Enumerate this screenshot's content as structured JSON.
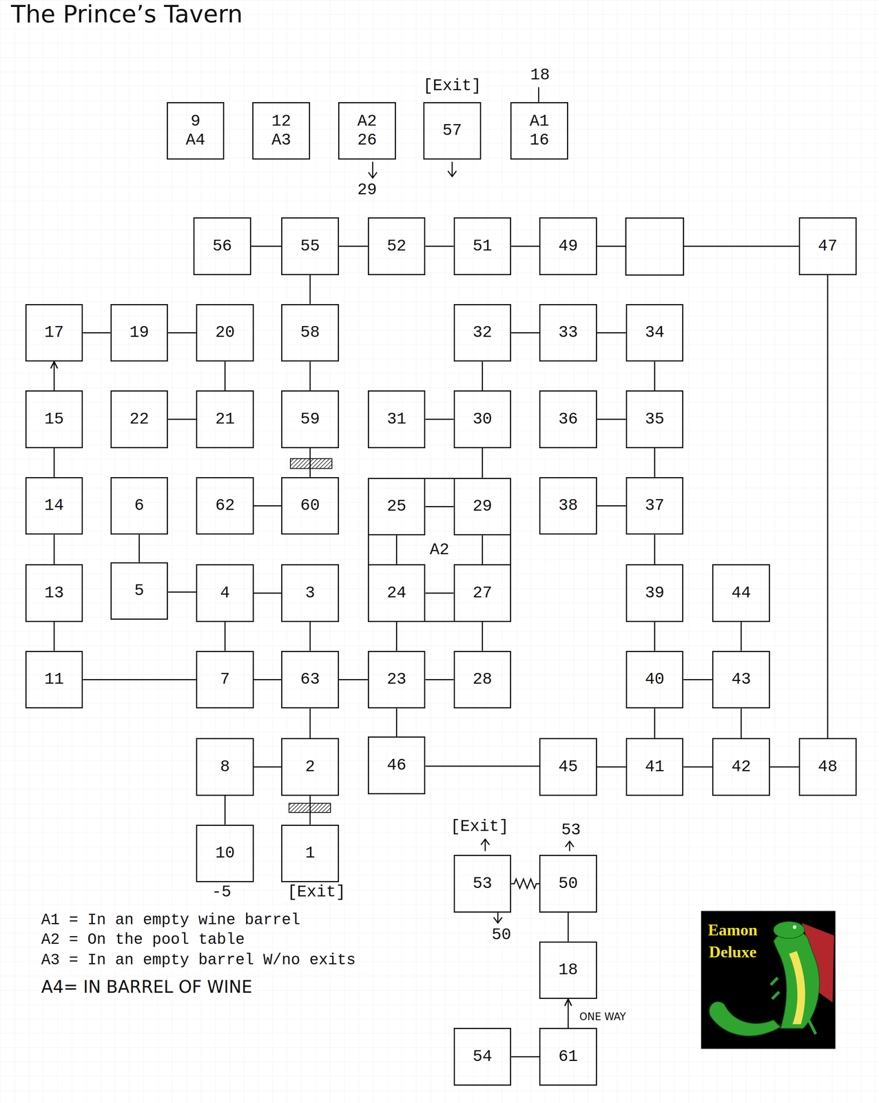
{
  "diagram": {
    "title": "The Prince’s Tavern",
    "nodes": [
      {
        "text": [
          "9",
          "A4"
        ]
      },
      {
        "text": [
          "12",
          "A3"
        ]
      },
      {
        "text": [
          "A2",
          "26"
        ]
      },
      {
        "text": [
          "57"
        ]
      },
      {
        "text": [
          "A1",
          "16"
        ]
      },
      {
        "text": [
          "56"
        ]
      },
      {
        "text": [
          "55"
        ]
      },
      {
        "text": [
          "52"
        ]
      },
      {
        "text": [
          "51"
        ]
      },
      {
        "text": [
          "49"
        ]
      },
      {
        "text": [
          "47"
        ]
      },
      {
        "text": [
          "17"
        ]
      },
      {
        "text": [
          "19"
        ]
      },
      {
        "text": [
          "20"
        ]
      },
      {
        "text": [
          "58"
        ]
      },
      {
        "text": [
          "32"
        ]
      },
      {
        "text": [
          "33"
        ]
      },
      {
        "text": [
          "34"
        ]
      },
      {
        "text": [
          "15"
        ]
      },
      {
        "text": [
          "22"
        ]
      },
      {
        "text": [
          "21"
        ]
      },
      {
        "text": [
          "59"
        ]
      },
      {
        "text": [
          "31"
        ]
      },
      {
        "text": [
          "30"
        ]
      },
      {
        "text": [
          "36"
        ]
      },
      {
        "text": [
          "35"
        ]
      },
      {
        "text": [
          "14"
        ]
      },
      {
        "text": [
          "6"
        ]
      },
      {
        "text": [
          "62"
        ]
      },
      {
        "text": [
          "60"
        ]
      },
      {
        "text": [
          "A2"
        ]
      },
      {
        "text": [
          "25"
        ],
        "in": 30
      },
      {
        "text": [
          "29"
        ],
        "in": 30
      },
      {
        "text": [
          "38"
        ]
      },
      {
        "text": [
          "37"
        ]
      },
      {
        "text": [
          "13"
        ]
      },
      {
        "text": [
          "5"
        ]
      },
      {
        "text": [
          "4"
        ]
      },
      {
        "text": [
          "3"
        ]
      },
      {
        "text": [
          "24"
        ],
        "in": 30
      },
      {
        "text": [
          "27"
        ],
        "in": 30
      },
      {
        "text": [
          "39"
        ]
      },
      {
        "text": [
          "44"
        ]
      },
      {
        "text": [
          "11"
        ]
      },
      {
        "text": [
          "7"
        ]
      },
      {
        "text": [
          "63"
        ]
      },
      {
        "text": [
          "23"
        ]
      },
      {
        "text": [
          "28"
        ]
      },
      {
        "text": [
          "40"
        ]
      },
      {
        "text": [
          "43"
        ]
      },
      {
        "text": [
          "8"
        ]
      },
      {
        "text": [
          "2"
        ]
      },
      {
        "text": [
          "46"
        ]
      },
      {
        "text": [
          "45"
        ]
      },
      {
        "text": [
          "41"
        ]
      },
      {
        "text": [
          "42"
        ]
      },
      {
        "text": [
          "48"
        ]
      },
      {
        "text": [
          "10"
        ]
      },
      {
        "text": [
          "1"
        ]
      },
      {
        "text": [
          "53"
        ]
      },
      {
        "text": [
          "50"
        ]
      },
      {
        "text": [
          "18"
        ]
      },
      {
        "text": [
          "54"
        ]
      },
      {
        "text": [
          "61"
        ]
      }
    ],
    "edges": [
      {
        "from": 5,
        "to": 6,
        "arrow": "none"
      },
      {
        "from": 6,
        "to": 7,
        "arrow": "none"
      },
      {
        "from": 7,
        "to": 8,
        "arrow": "none"
      },
      {
        "from": 8,
        "to": 9,
        "arrow": "none"
      },
      {
        "from": 9,
        "to": 10,
        "arrow": "none"
      },
      {
        "from": 6,
        "to": 14,
        "arrow": "none"
      },
      {
        "from": 14,
        "to": 21,
        "arrow": "none"
      },
      {
        "from": 21,
        "to": 29,
        "arrow": "none"
      },
      {
        "from": 28,
        "to": 29,
        "arrow": "none"
      },
      {
        "from": 11,
        "to": 12,
        "arrow": "none"
      },
      {
        "from": 12,
        "to": 13,
        "arrow": "none"
      },
      {
        "from": 13,
        "to": 20,
        "arrow": "none"
      },
      {
        "from": 19,
        "to": 20,
        "arrow": "none"
      },
      {
        "from": 18,
        "to": 11,
        "arrow": "to"
      },
      {
        "from": 26,
        "to": 18,
        "arrow": "none"
      },
      {
        "from": 35,
        "to": 26,
        "arrow": "none"
      },
      {
        "from": 43,
        "to": 35,
        "arrow": "none"
      },
      {
        "from": 43,
        "to": 44,
        "arrow": "none"
      },
      {
        "from": 27,
        "to": 36,
        "arrow": "none"
      },
      {
        "from": 36,
        "to": 37,
        "arrow": "none"
      },
      {
        "from": 37,
        "to": 38,
        "arrow": "none"
      },
      {
        "from": 37,
        "to": 44,
        "arrow": "none"
      },
      {
        "from": 38,
        "to": 45,
        "arrow": "none"
      },
      {
        "from": 44,
        "to": 45,
        "arrow": "none"
      },
      {
        "from": 45,
        "to": 51,
        "arrow": "none"
      },
      {
        "from": 45,
        "to": 46,
        "arrow": "none"
      },
      {
        "from": 50,
        "to": 51,
        "arrow": "none"
      },
      {
        "from": 50,
        "to": 57,
        "arrow": "none"
      },
      {
        "from": 51,
        "to": 58,
        "arrow": "none"
      },
      {
        "from": 46,
        "to": 47,
        "arrow": "none"
      },
      {
        "from": 46,
        "to": 39,
        "arrow": "none"
      },
      {
        "from": 46,
        "to": 52,
        "arrow": "none"
      },
      {
        "from": 47,
        "to": 40,
        "arrow": "none"
      },
      {
        "from": 39,
        "to": 31,
        "arrow": "none"
      },
      {
        "from": 39,
        "to": 40,
        "arrow": "none"
      },
      {
        "from": 31,
        "to": 32,
        "arrow": "none"
      },
      {
        "from": 32,
        "to": 40,
        "arrow": "none"
      },
      {
        "from": 32,
        "to": 23,
        "arrow": "none"
      },
      {
        "from": 22,
        "to": 23,
        "arrow": "none"
      },
      {
        "from": 23,
        "to": 15,
        "arrow": "none"
      },
      {
        "from": 15,
        "to": 16,
        "arrow": "none"
      },
      {
        "from": 16,
        "to": 17,
        "arrow": "none"
      },
      {
        "from": 17,
        "to": 25,
        "arrow": "none"
      },
      {
        "from": 24,
        "to": 25,
        "arrow": "none"
      },
      {
        "from": 25,
        "to": 34,
        "arrow": "none"
      },
      {
        "from": 33,
        "to": 34,
        "arrow": "none"
      },
      {
        "from": 34,
        "to": 41,
        "arrow": "none"
      },
      {
        "from": 41,
        "to": 48,
        "arrow": "none"
      },
      {
        "from": 48,
        "to": 49,
        "arrow": "none"
      },
      {
        "from": 42,
        "to": 49,
        "arrow": "none"
      },
      {
        "from": 48,
        "to": 54,
        "arrow": "none"
      },
      {
        "from": 49,
        "to": 55,
        "arrow": "none"
      },
      {
        "from": 52,
        "to": 53,
        "arrow": "none"
      },
      {
        "from": 53,
        "to": 54,
        "arrow": "none"
      },
      {
        "from": 54,
        "to": 55,
        "arrow": "none"
      },
      {
        "from": 55,
        "to": 56,
        "arrow": "none"
      },
      {
        "from": 56,
        "to": 10,
        "arrow": "none"
      },
      {
        "from": 59,
        "to": 60,
        "arrow": "none"
      },
      {
        "from": 60,
        "to": 61,
        "arrow": "none"
      },
      {
        "from": 63,
        "to": 61,
        "label": "ONE WAY",
        "arrow": "to"
      },
      {
        "from": 62,
        "to": 63,
        "arrow": "none"
      }
    ],
    "labels": [
      "[Exit]",
      "18",
      "29",
      "-5",
      "[Exit]",
      "[Exit]",
      "53",
      "50",
      "A1 = In an empty wine barrel",
      "A2 = On the pool table",
      "A3 = In an empty barrel W/no exits",
      "A4= IN BARREL OF WINE",
      "Eamon",
      "Deluxe"
    ]
  }
}
